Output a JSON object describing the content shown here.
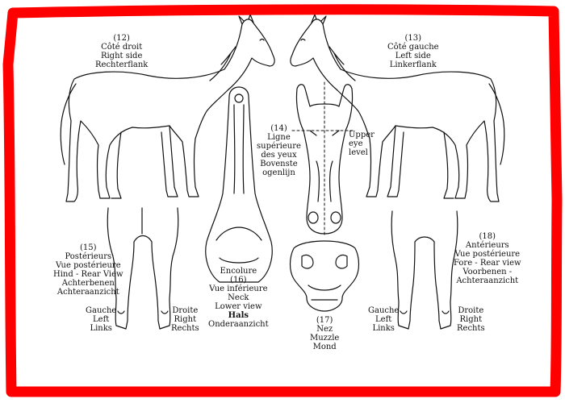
{
  "colors": {
    "frame": "#ff0000",
    "ink": "#111111",
    "background": "#ffffff"
  },
  "labels": {
    "right_side": {
      "number": "(12)",
      "fr": "Côté droit",
      "en": "Right side",
      "nl": "Rechterflank"
    },
    "left_side": {
      "number": "(13)",
      "fr": "Côté gauche",
      "en": "Left side",
      "nl": "Linkerflank"
    },
    "eye_level": {
      "number": "(14)",
      "fr1": "Ligne",
      "fr2": "supérieure",
      "fr3": "des yeux",
      "nl1": "Bovenste",
      "nl2": "ogenlijn",
      "en1": "Upper",
      "en2": "eye",
      "en3": "level"
    },
    "hind_rear": {
      "number": "(15)",
      "fr1": "Postérieurs",
      "fr2": "Vue postérieure",
      "en": "Hind - Rear View",
      "nl1": "Achterbenen",
      "nl2": "Achteraanzicht"
    },
    "neck": {
      "fr1": "Encolure",
      "fr2": "Vue inférieure",
      "number": "(16)",
      "en1": "Neck",
      "en2": "Lower view",
      "nl1": "Hals",
      "nl2": "Onderaanzicht"
    },
    "muzzle": {
      "number": "(17)",
      "fr": "Nez",
      "en": "Muzzle",
      "nl": "Mond"
    },
    "fore_rear": {
      "number": "(18)",
      "fr1": "Antérieurs",
      "fr2": "Vue postérieure",
      "en": "Fore - Rear view",
      "nl1": "Voorbenen -",
      "nl2": "Achteraanzicht"
    },
    "hind_left": {
      "fr": "Gauche",
      "en": "Left",
      "nl": "Links"
    },
    "hind_right": {
      "fr": "Droite",
      "en": "Right",
      "nl": "Rechts"
    },
    "fore_left": {
      "fr": "Gauche",
      "en": "Left",
      "nl": "Links"
    },
    "fore_right": {
      "fr": "Droite",
      "en": "Right",
      "nl": "Rechts"
    }
  }
}
